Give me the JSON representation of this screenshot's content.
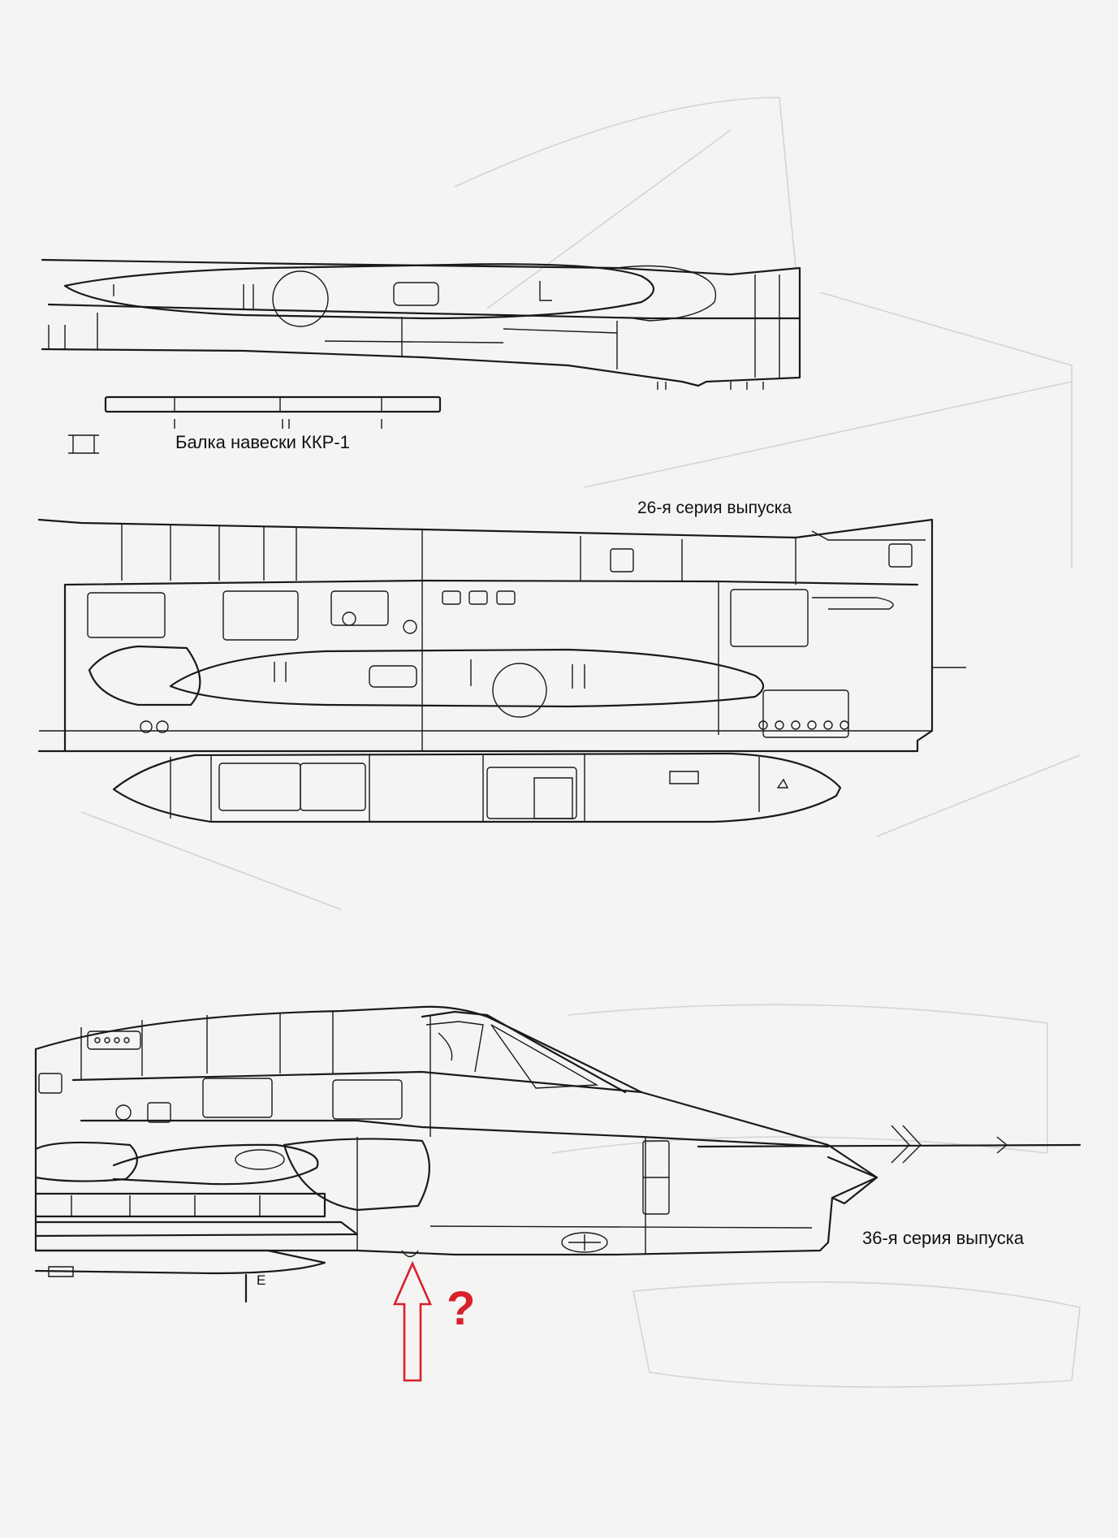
{
  "captions": {
    "beam": "Балка навески ККР-1",
    "series_26": "26-я серия выпуска",
    "series_36": "36-я серия выпуска",
    "section_mark": "E"
  },
  "annotation": {
    "question_mark": "?",
    "arrow_color": "#d8202a"
  },
  "colors": {
    "paper": "#f4f4f3",
    "ink": "#1a1a1a",
    "bleed_through": "#d4d4d4",
    "annotation": "#d8202a"
  }
}
